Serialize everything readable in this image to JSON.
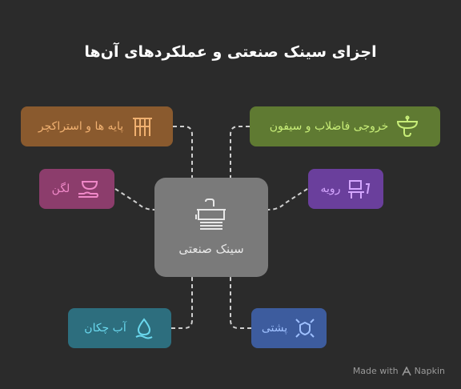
{
  "title": "اجزای سینک صنعتی و عملکردهای آن‌ها",
  "center": {
    "label": "سینک صنعتی",
    "icon": "sink-icon"
  },
  "nodes": {
    "stand": {
      "label": "پایه ها و استراکچر",
      "icon": "stand-legs-icon",
      "color": "#8a5a2e",
      "text": "#f0b070"
    },
    "basin": {
      "label": "لگن",
      "icon": "basin-hand-icon",
      "color": "#8c3d6c",
      "text": "#f088c8"
    },
    "faucet": {
      "label": "آب چکان",
      "icon": "water-drop-icon",
      "color": "#2d6e7e",
      "text": "#6ad8ee"
    },
    "drain": {
      "label": "خروجی فاضلاب و سیفون",
      "icon": "siphon-drain-icon",
      "color": "#5f7a32",
      "text": "#c8ee78"
    },
    "surface": {
      "label": "رویه",
      "icon": "surface-desk-icon",
      "color": "#6a3f9c",
      "text": "#d4a6ff"
    },
    "splash": {
      "label": "پشتی",
      "icon": "backsplash-shield-icon",
      "color": "#3d5c9e",
      "text": "#9ec0ff"
    }
  },
  "footer": {
    "made_with": "Made with",
    "brand": "Napkin"
  }
}
